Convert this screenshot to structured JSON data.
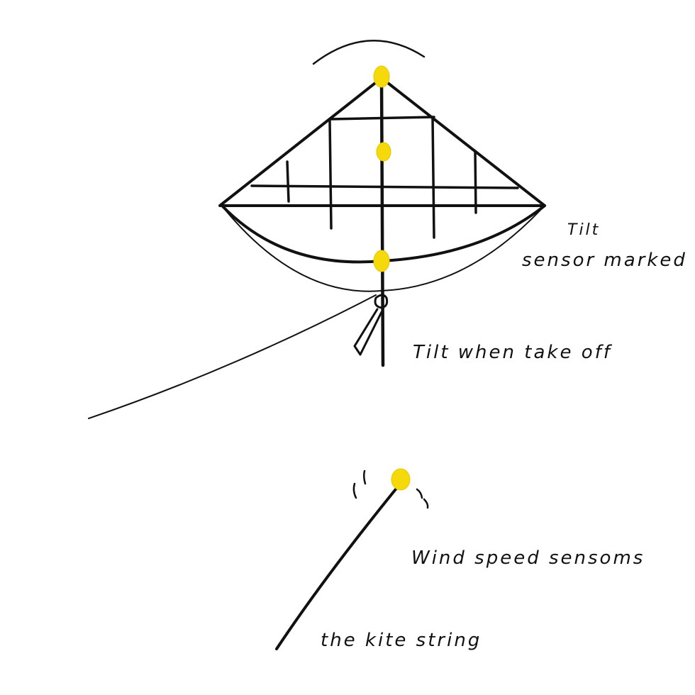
{
  "labels": {
    "tilt_title": "Tilt",
    "tilt_sub": "sensor marked",
    "takeoff": "Tilt when take off",
    "wind": "Wind speed sensoms",
    "string": "the kite string"
  },
  "colors": {
    "ink": "#111111",
    "sensor": "#f5d90a",
    "background": "#ffffff"
  }
}
